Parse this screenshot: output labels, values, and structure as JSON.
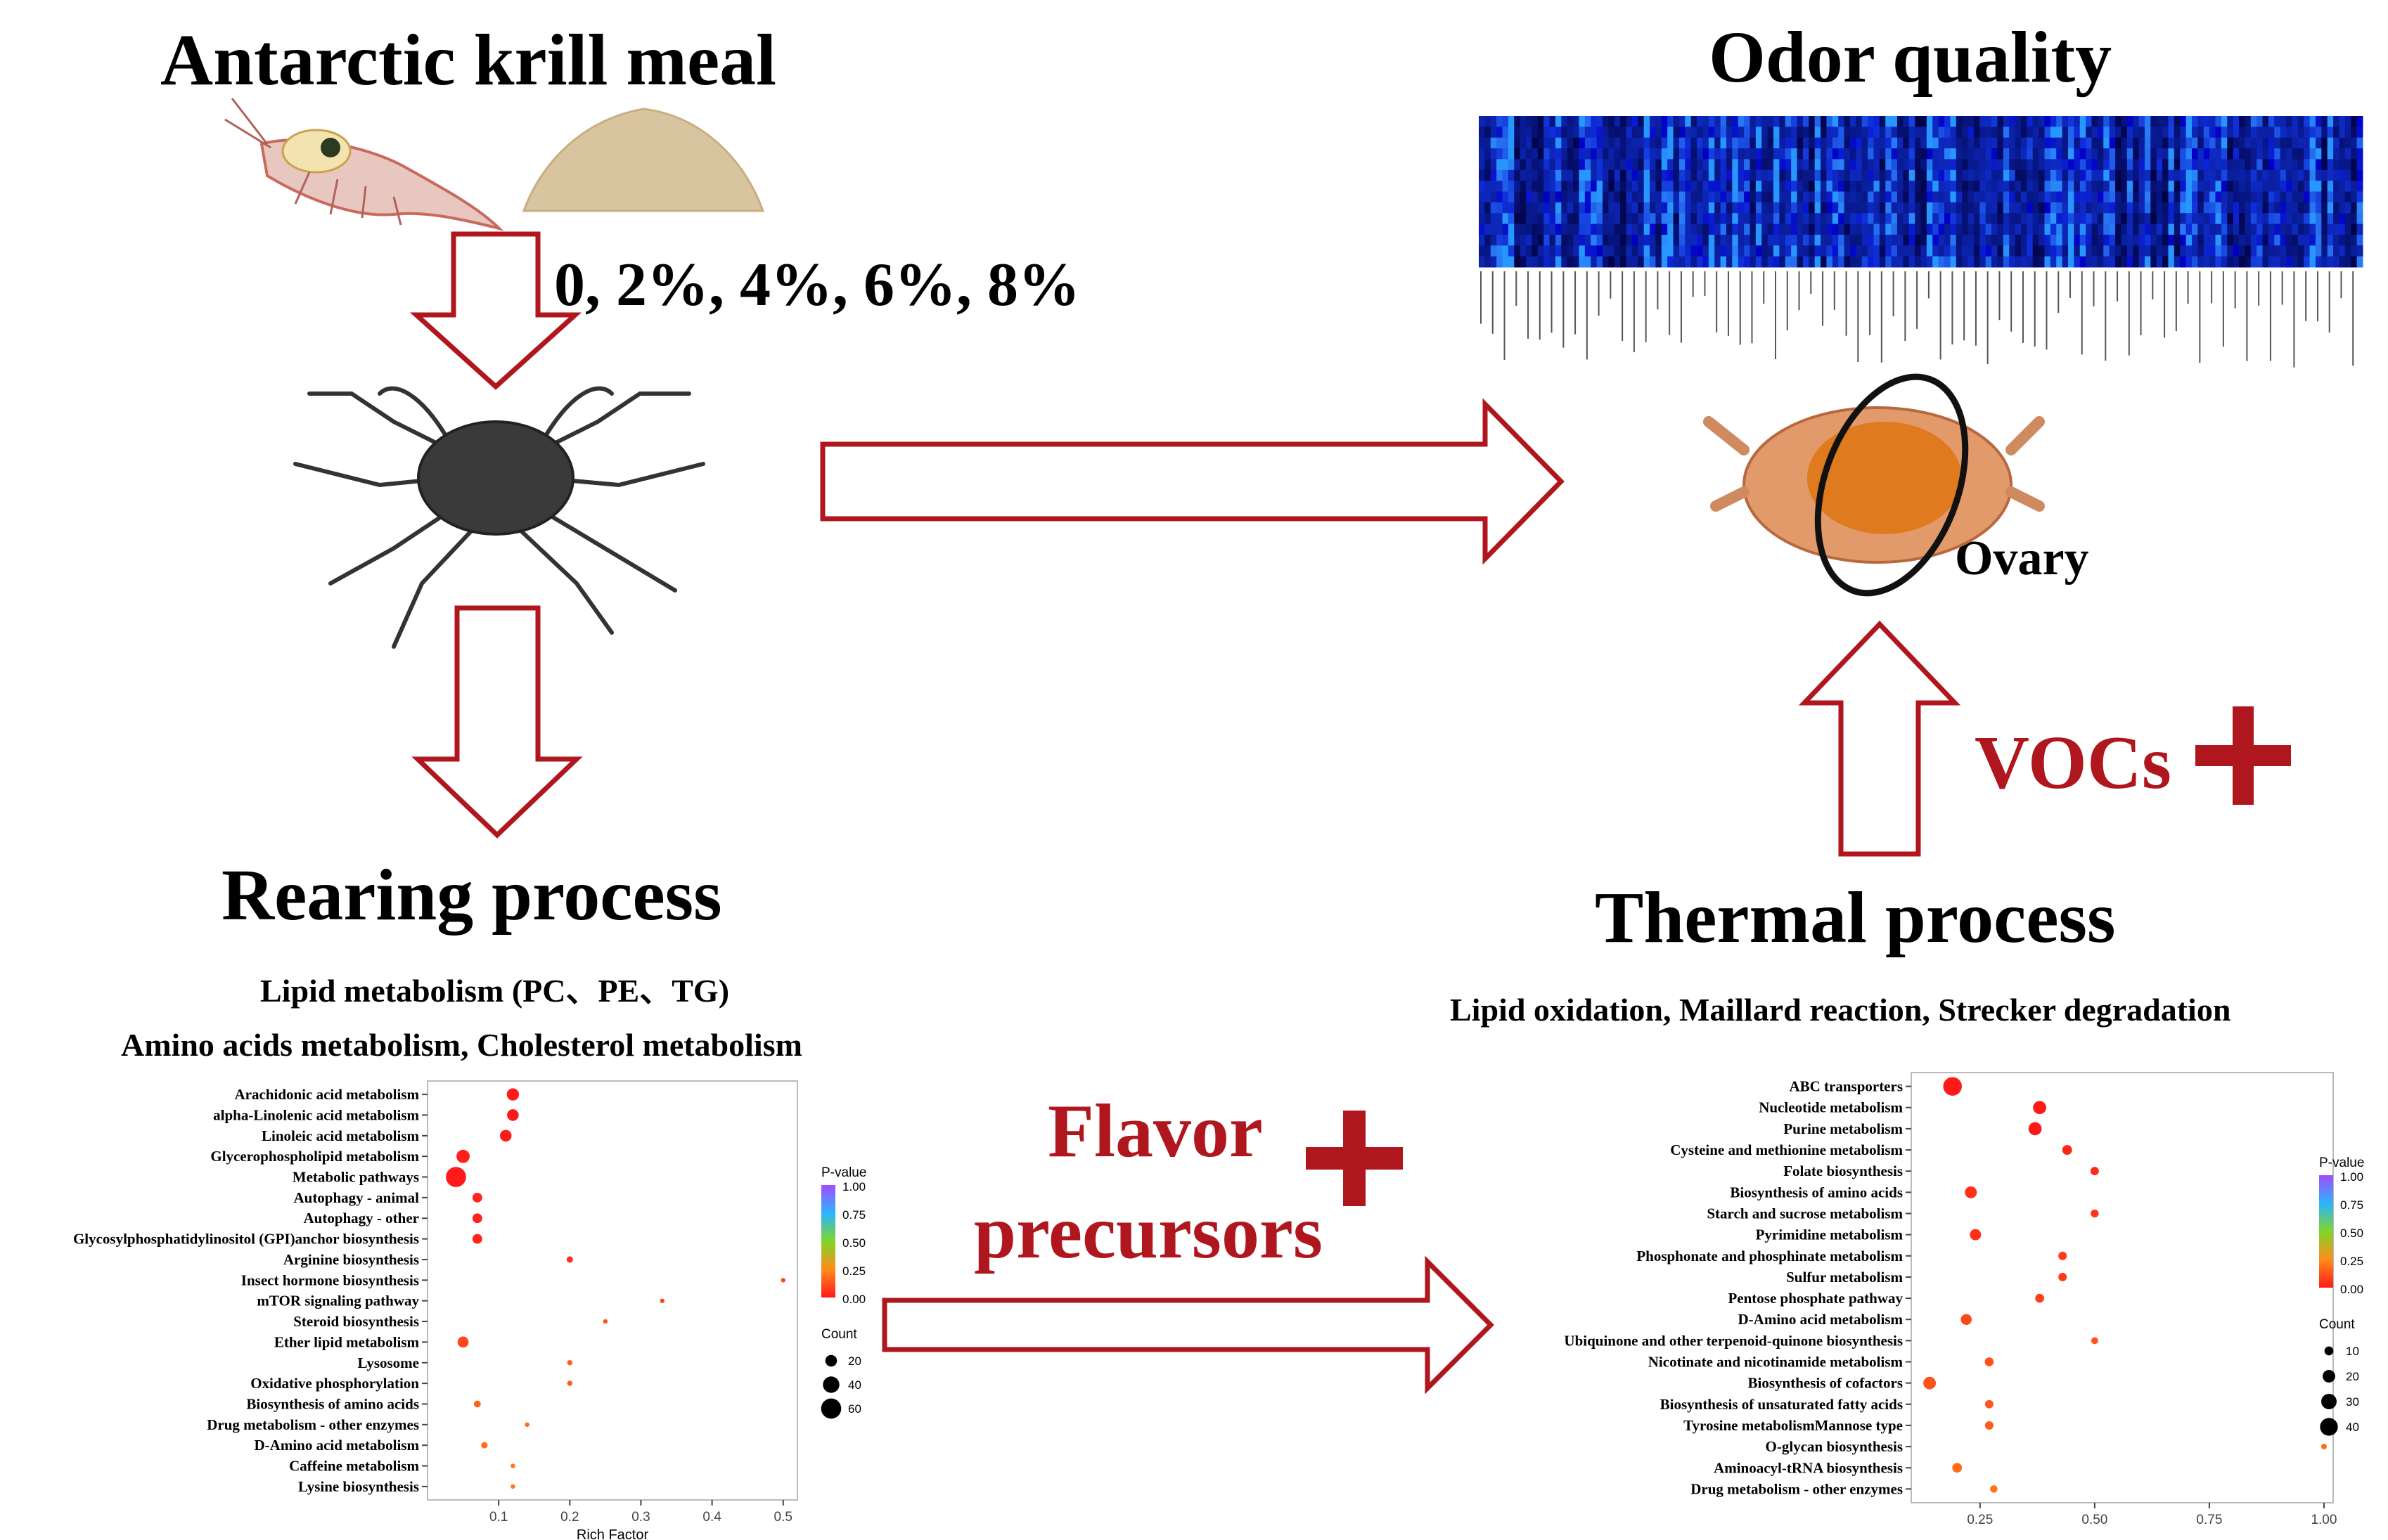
{
  "titles": {
    "krill": "Antarctic krill meal",
    "odor": "Odor quality",
    "rearing": "Rearing process",
    "thermal": "Thermal process"
  },
  "dosages": "0, 2%, 4%, 6%, 8%",
  "ovary_label": "Ovary",
  "vocs_label": "VOCs",
  "flavor_label": {
    "line1": "Flavor",
    "line2": "precursors"
  },
  "rearing_notes": {
    "line1": "Lipid metabolism (PC、PE、TG)",
    "line2": "Amino acids metabolism, Cholesterol metabolism"
  },
  "thermal_notes": "Lipid oxidation, Maillard reaction, Strecker degradation",
  "colors": {
    "arrow": "#b0161d",
    "accent_text": "#b0161d"
  },
  "chart_data": [
    {
      "type": "scatter",
      "xlabel": "Rich Factor",
      "xlim": [
        0,
        0.52
      ],
      "xticks": [
        "0.1",
        "0.2",
        "0.3",
        "0.4",
        "0.5"
      ],
      "legend_color_title": "P-value",
      "legend_color_ticks": [
        "1.00",
        "0.75",
        "0.50",
        "0.25",
        "0.00"
      ],
      "legend_size_title": "Count",
      "legend_size_ticks": [
        "20",
        "40",
        "60"
      ],
      "categories": [
        "Arachidonic acid metabolism",
        "alpha-Linolenic acid metabolism",
        "Linoleic acid metabolism",
        "Glycerophospholipid metabolism",
        "Metabolic pathways",
        "Autophagy - animal",
        "Autophagy - other",
        "Glycosylphosphatidylinositol (GPI)anchor biosynthesis",
        "Arginine biosynthesis",
        "Insect hormone biosynthesis",
        "mTOR signaling pathway",
        "Steroid biosynthesis",
        "Ether lipid metabolism",
        "Lysosome",
        "Oxidative phosphorylation",
        "Biosynthesis of amino acids",
        "Drug metabolism - other enzymes",
        "D-Amino acid metabolism",
        "Caffeine metabolism",
        "Lysine biosynthesis"
      ],
      "points": [
        {
          "x": 0.12,
          "count": 22,
          "p": 0.0
        },
        {
          "x": 0.12,
          "count": 20,
          "p": 0.0
        },
        {
          "x": 0.11,
          "count": 20,
          "p": 0.0
        },
        {
          "x": 0.05,
          "count": 26,
          "p": 0.01
        },
        {
          "x": 0.04,
          "count": 60,
          "p": 0.0
        },
        {
          "x": 0.07,
          "count": 14,
          "p": 0.02
        },
        {
          "x": 0.07,
          "count": 14,
          "p": 0.02
        },
        {
          "x": 0.07,
          "count": 14,
          "p": 0.02
        },
        {
          "x": 0.2,
          "count": 6,
          "p": 0.05
        },
        {
          "x": 0.5,
          "count": 3,
          "p": 0.1
        },
        {
          "x": 0.33,
          "count": 3,
          "p": 0.1
        },
        {
          "x": 0.25,
          "count": 3,
          "p": 0.12
        },
        {
          "x": 0.05,
          "count": 18,
          "p": 0.1
        },
        {
          "x": 0.2,
          "count": 4,
          "p": 0.15
        },
        {
          "x": 0.2,
          "count": 4,
          "p": 0.15
        },
        {
          "x": 0.07,
          "count": 7,
          "p": 0.15
        },
        {
          "x": 0.14,
          "count": 3,
          "p": 0.18
        },
        {
          "x": 0.08,
          "count": 6,
          "p": 0.18
        },
        {
          "x": 0.12,
          "count": 3,
          "p": 0.2
        },
        {
          "x": 0.12,
          "count": 3,
          "p": 0.2
        }
      ]
    },
    {
      "type": "scatter",
      "xlim": [
        0.1,
        1.02
      ],
      "xticks": [
        "0.25",
        "0.50",
        "0.75",
        "1.00"
      ],
      "legend_color_title": "P-value",
      "legend_color_ticks": [
        "1.00",
        "0.75",
        "0.50",
        "0.25",
        "0.00"
      ],
      "legend_size_title": "Count",
      "legend_size_ticks": [
        "10",
        "20",
        "30",
        "40"
      ],
      "categories": [
        "ABC transporters",
        "Nucleotide metabolism",
        "Purine metabolism",
        "Cysteine and methionine metabolism",
        "Folate biosynthesis",
        "Biosynthesis of amino acids",
        "Starch and sucrose metabolism",
        "Pyrimidine metabolism",
        "Phosphonate and phosphinate metabolism",
        "Sulfur metabolism",
        "Pentose phosphate pathway",
        "D-Amino acid metabolism",
        "Ubiquinone and other terpenoid-quinone biosynthesis",
        "Nicotinate and nicotinamide metabolism",
        "Biosynthesis of cofactors",
        "Biosynthesis of unsaturated fatty acids",
        "Tyrosine metabolismMannose type",
        "O-glycan biosynthesis",
        "Aminoacyl-tRNA biosynthesis",
        "Drug metabolism - other enzymes"
      ],
      "points": [
        {
          "x": 0.19,
          "count": 44,
          "p": 0.0
        },
        {
          "x": 0.38,
          "count": 22,
          "p": 0.0
        },
        {
          "x": 0.37,
          "count": 22,
          "p": 0.0
        },
        {
          "x": 0.44,
          "count": 12,
          "p": 0.02
        },
        {
          "x": 0.5,
          "count": 9,
          "p": 0.04
        },
        {
          "x": 0.23,
          "count": 18,
          "p": 0.05
        },
        {
          "x": 0.5,
          "count": 8,
          "p": 0.06
        },
        {
          "x": 0.24,
          "count": 16,
          "p": 0.05
        },
        {
          "x": 0.43,
          "count": 9,
          "p": 0.07
        },
        {
          "x": 0.43,
          "count": 9,
          "p": 0.07
        },
        {
          "x": 0.38,
          "count": 10,
          "p": 0.08
        },
        {
          "x": 0.22,
          "count": 15,
          "p": 0.1
        },
        {
          "x": 0.5,
          "count": 6,
          "p": 0.12
        },
        {
          "x": 0.27,
          "count": 10,
          "p": 0.12
        },
        {
          "x": 0.14,
          "count": 20,
          "p": 0.12
        },
        {
          "x": 0.27,
          "count": 9,
          "p": 0.13
        },
        {
          "x": 0.27,
          "count": 9,
          "p": 0.15
        },
        {
          "x": 1.0,
          "count": 4,
          "p": 0.18
        },
        {
          "x": 0.2,
          "count": 12,
          "p": 0.18
        },
        {
          "x": 0.28,
          "count": 7,
          "p": 0.2
        }
      ]
    }
  ]
}
